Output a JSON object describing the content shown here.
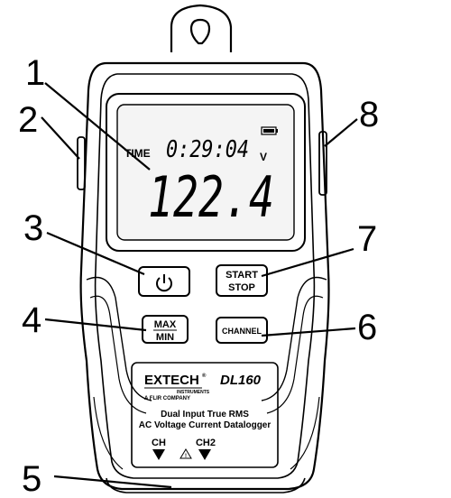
{
  "callouts": [
    "1",
    "2",
    "3",
    "4",
    "5",
    "6",
    "7",
    "8"
  ],
  "display": {
    "mode_label": "TIME",
    "time": "0:29:04",
    "unit": "V",
    "reading": "122.4"
  },
  "buttons": {
    "power_icon": "power-icon",
    "start_stop_top": "START",
    "start_stop_bottom": "STOP",
    "max_min_top": "MAX",
    "max_min_bottom": "MIN",
    "channel": "CHANNEL"
  },
  "label": {
    "brand": "EXTECH",
    "brand_sub1": "INSTRUMENTS",
    "brand_sub2": "A FLIR COMPANY",
    "model": "DL160",
    "desc_line1": "Dual Input True RMS",
    "desc_line2": "AC Voltage Current Datalogger",
    "ch1": "CH",
    "ch2": "CH2"
  }
}
